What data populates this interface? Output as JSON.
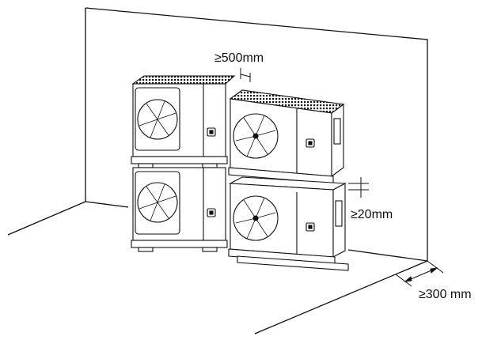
{
  "labels": {
    "gap_between_units": "≥500mm",
    "gap_between_tiers": "≥20mm",
    "wall_clearance": "≥300 mm"
  },
  "colors": {
    "line": "#111111",
    "fill": "#ffffff"
  }
}
